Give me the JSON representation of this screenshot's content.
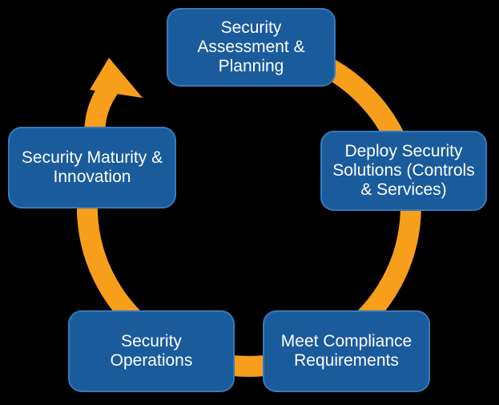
{
  "diagram": {
    "type": "cycle",
    "direction": "clockwise",
    "background_color": "#000000",
    "arrow_color": "#F79E1B",
    "node_fill_color": "#1A5B9B",
    "node_border_color": "#3579BC",
    "node_text_color": "#FFFFFF",
    "nodes": [
      {
        "id": "security-assessment-planning",
        "position": "top",
        "label": "Security\nAssessment &\nPlanning"
      },
      {
        "id": "deploy-security-solutions",
        "position": "right",
        "label": "Deploy Security\nSolutions (Controls\n& Services)"
      },
      {
        "id": "meet-compliance-requirements",
        "position": "bottom-right",
        "label": "Meet Compliance\nRequirements"
      },
      {
        "id": "security-operations",
        "position": "bottom-left",
        "label": "Security\nOperations"
      },
      {
        "id": "security-maturity-innovation",
        "position": "left",
        "label": "Security Maturity &\nInnovation"
      }
    ]
  }
}
